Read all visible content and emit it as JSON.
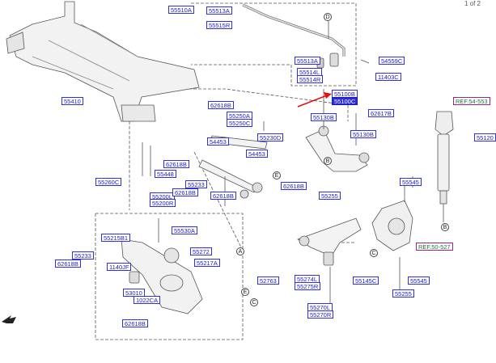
{
  "page_indicator": "1 of 2",
  "colors": {
    "label_border": "#3030e0",
    "label_text": "#2020c8",
    "highlight_fill": "#2a2ae0",
    "arrow": "#e01010",
    "ref_border": "#a02090",
    "ref_text": "#1a7a2a"
  },
  "parts": [
    {
      "id": "p1",
      "text": "55510A"
    },
    {
      "id": "p2",
      "text": "55513A"
    },
    {
      "id": "p3",
      "text": "55515R"
    },
    {
      "id": "p4",
      "text": "55513A"
    },
    {
      "id": "p5",
      "text": "55514L"
    },
    {
      "id": "p6",
      "text": "55514R"
    },
    {
      "id": "p7",
      "text": "54559C"
    },
    {
      "id": "p8",
      "text": "11403C"
    },
    {
      "id": "p9",
      "text": "55410"
    },
    {
      "id": "p10",
      "text": "62618B"
    },
    {
      "id": "p11",
      "text": "55100B"
    },
    {
      "id": "p12",
      "text": "55100C"
    },
    {
      "id": "p13",
      "text": "62617B"
    },
    {
      "id": "p14",
      "text": "55130B"
    },
    {
      "id": "p15",
      "text": "55250A"
    },
    {
      "id": "p16",
      "text": "55250C"
    },
    {
      "id": "p17",
      "text": "55230D"
    },
    {
      "id": "p18",
      "text": "54453"
    },
    {
      "id": "p19",
      "text": "55130B"
    },
    {
      "id": "p20",
      "text": "62618B"
    },
    {
      "id": "p21",
      "text": "55448"
    },
    {
      "id": "p22",
      "text": "54453"
    },
    {
      "id": "p23",
      "text": "55233"
    },
    {
      "id": "p24",
      "text": "55200L"
    },
    {
      "id": "p25",
      "text": "62618B"
    },
    {
      "id": "p26",
      "text": "55200R"
    },
    {
      "id": "p27",
      "text": "62618B"
    },
    {
      "id": "p28",
      "text": "62618B"
    },
    {
      "id": "p29",
      "text": "55260C"
    },
    {
      "id": "p30",
      "text": "55545"
    },
    {
      "id": "p31",
      "text": "55255"
    },
    {
      "id": "p32",
      "text": "55530A"
    },
    {
      "id": "p33",
      "text": "55215B1"
    },
    {
      "id": "p34",
      "text": "55272"
    },
    {
      "id": "p35",
      "text": "55233"
    },
    {
      "id": "p36",
      "text": "62618B"
    },
    {
      "id": "p37",
      "text": "1140JF"
    },
    {
      "id": "p38",
      "text": "55217A"
    },
    {
      "id": "p39",
      "text": "52763"
    },
    {
      "id": "p40",
      "text": "53010"
    },
    {
      "id": "p41",
      "text": "1022CA"
    },
    {
      "id": "p42",
      "text": "55274L"
    },
    {
      "id": "p43",
      "text": "55275R"
    },
    {
      "id": "p44",
      "text": "55145C"
    },
    {
      "id": "p45",
      "text": "55545"
    },
    {
      "id": "p46",
      "text": "55255"
    },
    {
      "id": "p47",
      "text": "55270L"
    },
    {
      "id": "p48",
      "text": "55270R"
    },
    {
      "id": "p49",
      "text": "62618B"
    },
    {
      "id": "p50",
      "text": "55120"
    }
  ],
  "refs": [
    {
      "id": "r1",
      "text": "REF.54-553"
    },
    {
      "id": "r2",
      "text": "REF.50-527"
    }
  ],
  "callouts": [
    "D",
    "B",
    "E",
    "A",
    "E",
    "C",
    "B",
    "C"
  ]
}
